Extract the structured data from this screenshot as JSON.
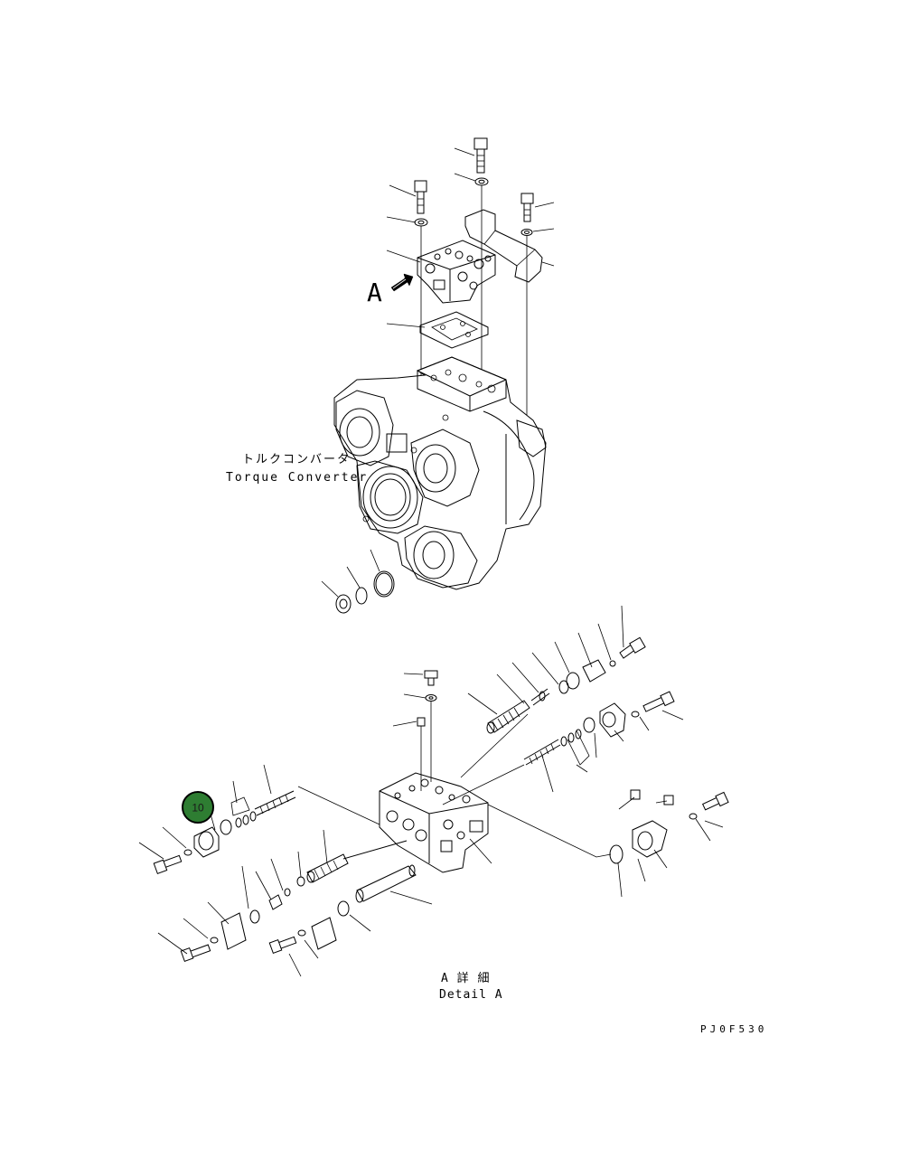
{
  "labels": {
    "converter_jp": "トルクコンバータ",
    "converter_en": "Torque Converter",
    "view_letter": "A",
    "detail_jp": "A 詳 細",
    "detail_en": "Detail A",
    "drawing_code": "PJ0F530"
  },
  "callout": {
    "number": "10",
    "fill_color": "#2e7d32",
    "ring_color": "#000000"
  },
  "colors": {
    "line": "#000000",
    "background": "#ffffff"
  }
}
